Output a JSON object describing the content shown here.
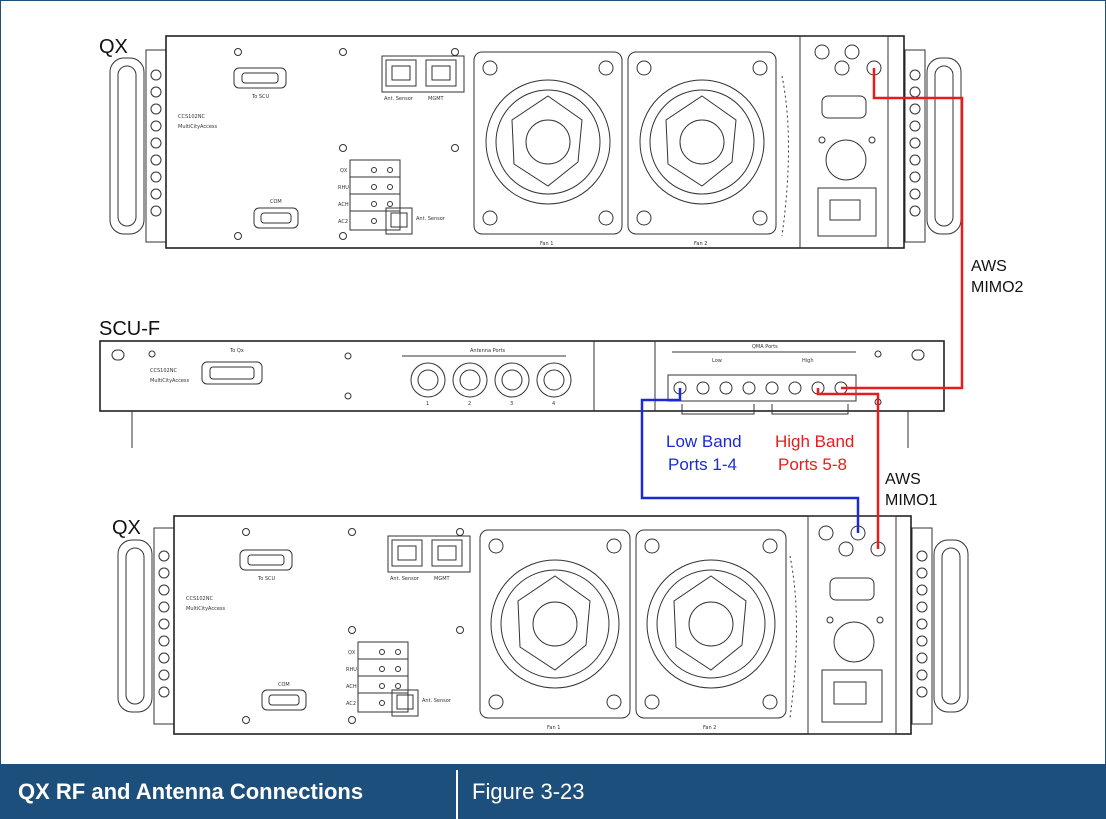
{
  "labels": {
    "qx_top": "QX",
    "scu": "SCU-F",
    "qx_bottom": "QX",
    "aws_mimo2_line1": "AWS",
    "aws_mimo2_line2": "MIMO2",
    "aws_mimo1_line1": "AWS",
    "aws_mimo1_line2": "MIMO1",
    "low_band_line1": "Low Band",
    "low_band_line2": "Ports 1-4",
    "high_band_line1": "High Band",
    "high_band_line2": "Ports 5-8"
  },
  "panel_text": {
    "to_scu": "To SCU",
    "model": "CCS102NC",
    "brand": "MultiCityAccess",
    "com": "COM",
    "ant_sensor": "Ant. Sensor",
    "mgmt": "MGMT",
    "status_rows": [
      "QX",
      "RHU",
      "ACH",
      "AC2"
    ],
    "fan1": "Fan 1",
    "fan2": "Fan 2",
    "scu_to_qx": "To Qx",
    "scu_antenna_ports": "Antenna Ports",
    "scu_qma_ports": "QMA Ports",
    "scu_low": "Low",
    "scu_high": "High",
    "antenna_port_numbers": [
      "1",
      "2",
      "3",
      "4"
    ]
  },
  "colors": {
    "low_band": "#1a2bd6",
    "high_band": "#e81c1c",
    "caption_bg": "#1c4f7c"
  },
  "caption": {
    "title": "QX RF and Antenna Connections",
    "figure": "Figure 3-23"
  }
}
